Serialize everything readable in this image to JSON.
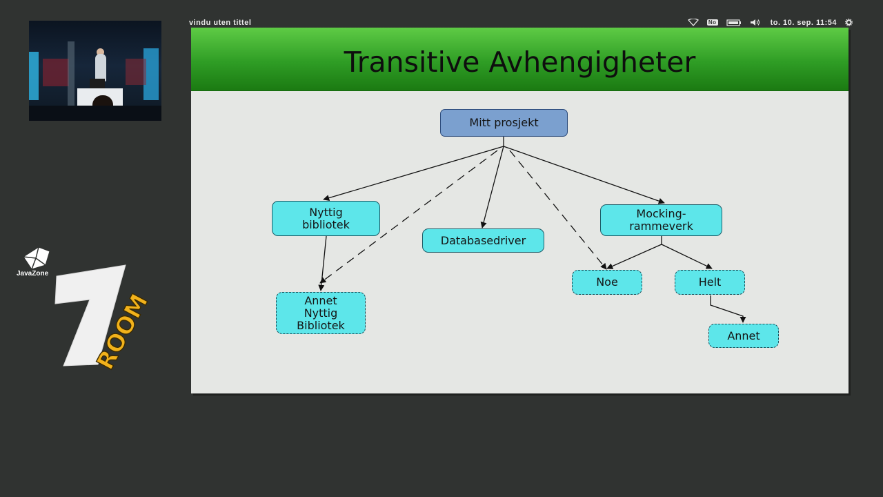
{
  "window": {
    "title": "vindu uten tittel",
    "clock": "to. 10. sep. 11:54",
    "keyboard_layout": "No",
    "icons": [
      "wifi-icon",
      "keyboard-icon",
      "battery-icon",
      "volume-icon",
      "gear-icon"
    ]
  },
  "branding": {
    "event": "JavaZone",
    "room_number": "7",
    "room_label": "ROOM",
    "colors": {
      "room_accent": "#f2b21b",
      "seven": "#f0f0f0"
    }
  },
  "slide": {
    "title": "Transitive Avhengigheter",
    "colors": {
      "header_top": "#5ecb45",
      "header_bottom": "#1b7a12",
      "node": "#5de6ea",
      "root_node": "#7ba0cf"
    },
    "nodes": {
      "root": "Mitt prosjekt",
      "nyttig": "Nyttig\nbibliotek",
      "database": "Databasedriver",
      "mocking": "Mocking-\nrammeverk",
      "annet_nyttig": "Annet\nNyttig\nBibliotek",
      "noe": "Noe",
      "helt": "Helt",
      "annet": "Annet"
    }
  }
}
